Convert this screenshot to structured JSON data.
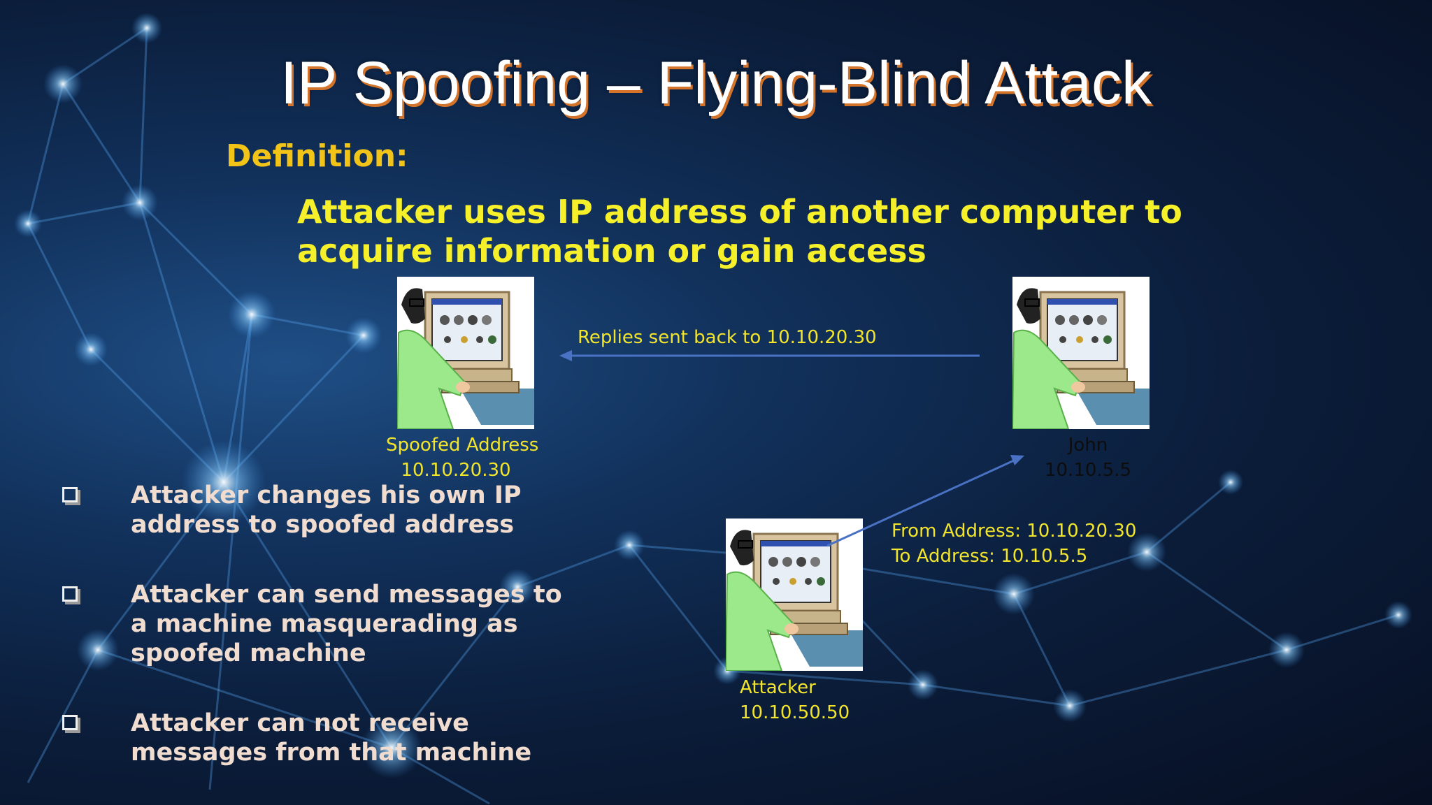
{
  "slide": {
    "title": "IP Spoofing – Flying-Blind Attack",
    "definition_label": "Definition:",
    "definition_text": "Attacker uses IP address of another computer to acquire information or gain access"
  },
  "bullets": [
    {
      "text": "Attacker changes his own IP address to spoofed address"
    },
    {
      "text": "Attacker can send messages to a machine masquerading as spoofed machine"
    },
    {
      "text": "Attacker can not receive messages from that machine"
    }
  ],
  "diagram": {
    "spoofed": {
      "label": "Spoofed Address",
      "ip": "10.10.20.30"
    },
    "john": {
      "label": "John",
      "ip": "10.10.5.5"
    },
    "attacker": {
      "label": "Attacker",
      "ip": "10.10.50.50"
    },
    "reply_arrow_label": "Replies sent back to 10.10.20.30",
    "from_label": "From Address: 10.10.20.30",
    "to_label": "To Address: 10.10.5.5"
  },
  "colors": {
    "title_shadow": "#d4742a",
    "definition_label": "#f2c418",
    "definition_text": "#f5f02a",
    "caption": "#f2e52c",
    "arrow": "#4a72c4"
  },
  "icons": {
    "bullet": "square-bullet-icon",
    "computer": "computer-user-clipart"
  }
}
